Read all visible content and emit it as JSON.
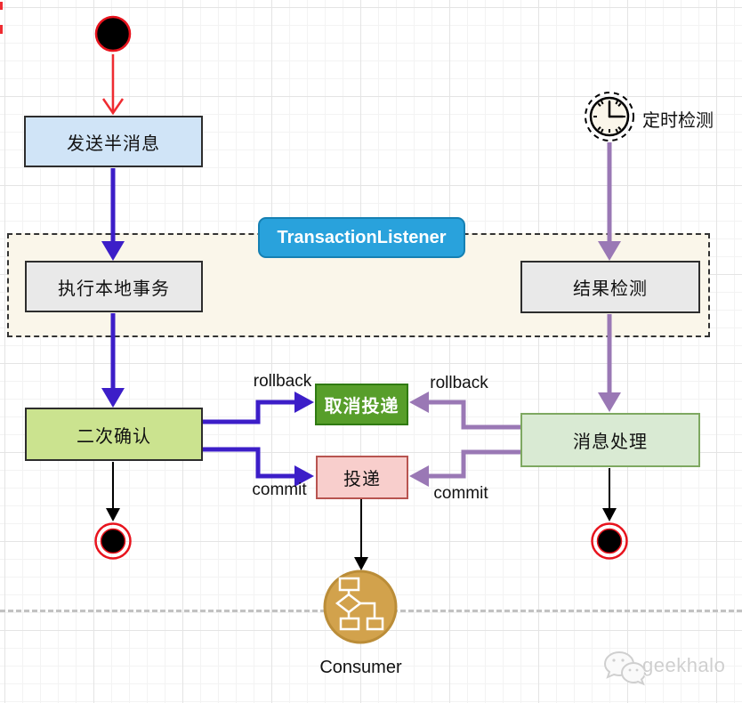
{
  "diagram": {
    "title_hint": "RocketMQ transactional message flow activity diagram",
    "transaction_listener_label": "TransactionListener",
    "clock_annotation": "定时检测",
    "consumer_label": "Consumer",
    "watermark_text": "geekhalo",
    "nodes": {
      "send_half": {
        "label": "发送半消息",
        "fill": "#d0e4f7"
      },
      "local_tx": {
        "label": "执行本地事务",
        "fill": "#e9e9e9"
      },
      "result_check": {
        "label": "结果检测",
        "fill": "#e9e9e9"
      },
      "second_confirm": {
        "label": "二次确认",
        "fill": "#cbe38f"
      },
      "cancel_delivery": {
        "label": "取消投递",
        "fill": "#579e2a"
      },
      "delivery": {
        "label": "投递",
        "fill": "#f8cecc"
      },
      "msg_process": {
        "label": "消息处理",
        "fill": "#d9ead3"
      }
    },
    "edge_labels": {
      "rollback_left": "rollback",
      "commit_left": "commit",
      "rollback_right": "rollback",
      "commit_right": "commit"
    },
    "colors": {
      "flow_blue": "#3c1ec8",
      "flow_purple": "#9a78b5",
      "flow_red": "#ef2b31",
      "flow_black": "#000000",
      "end_node_red": "#e8131d",
      "listener_blue": "#29a2dc",
      "container_cream": "#faf6ea",
      "consumer_gold": "#d2a24c"
    }
  }
}
